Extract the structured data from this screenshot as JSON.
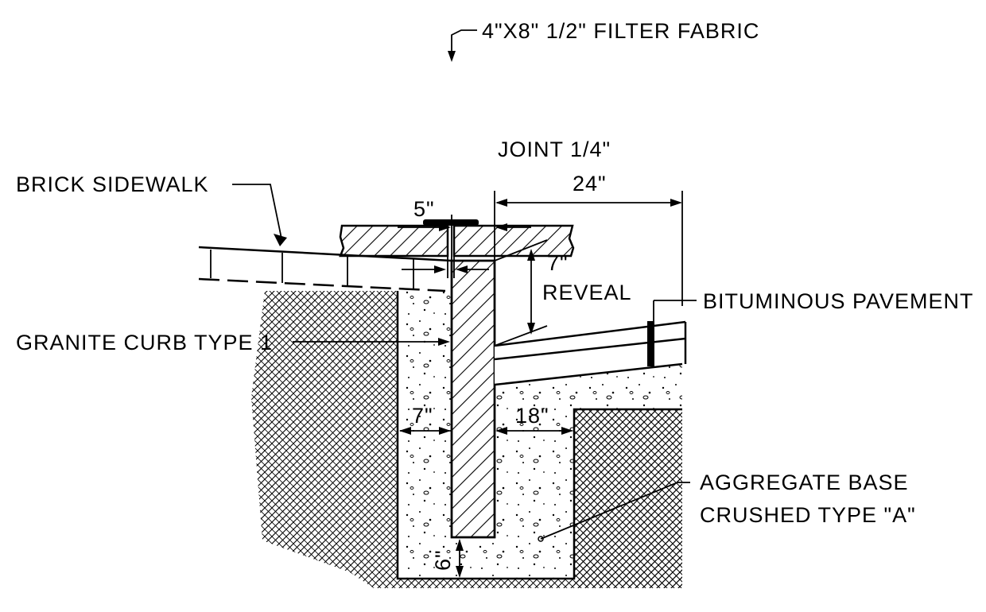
{
  "colors": {
    "ink": "#000000",
    "paper": "#ffffff"
  },
  "labels": {
    "filter_fabric": "4\"X8\" 1/2\" FILTER FABRIC",
    "joint": "JOINT 1/4\"",
    "brick_sidewalk": "BRICK SIDEWALK",
    "granite_curb": "GRANITE CURB TYPE 1",
    "bituminous_pavement": "BITUMINOUS PAVEMENT",
    "aggregate_base_line1": "AGGREGATE BASE",
    "aggregate_base_line2": "CRUSHED TYPE \"A\"",
    "reveal_line1": "7\"",
    "reveal_line2": "REVEAL"
  },
  "dimensions": {
    "curb_width": "5\"",
    "pavement_extent": "24\"",
    "concrete_back": "7\"",
    "concrete_front": "18\"",
    "concrete_bottom": "6\""
  }
}
